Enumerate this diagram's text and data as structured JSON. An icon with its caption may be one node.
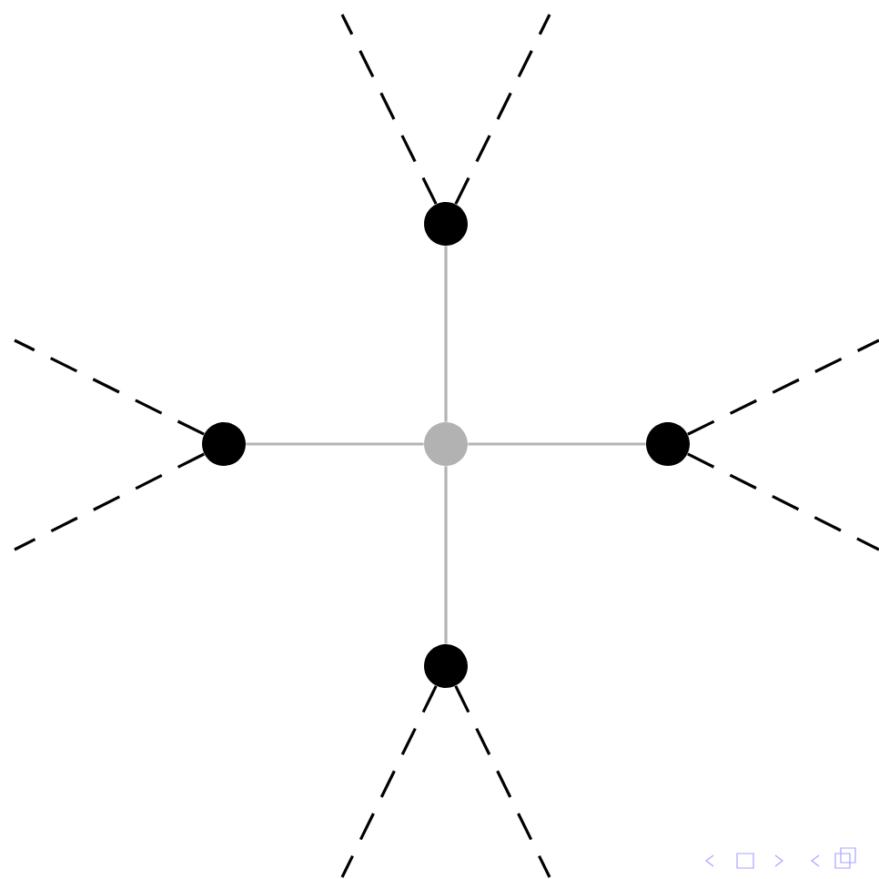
{
  "diagram": {
    "nodes": [
      {
        "text": [],
        "shape": "circle"
      },
      {
        "text": [],
        "shape": "circle"
      },
      {
        "text": [],
        "shape": "circle"
      },
      {
        "text": [],
        "shape": "circle"
      },
      {
        "text": [],
        "shape": "circle"
      }
    ],
    "edges": [
      {
        "from": 2,
        "to": 0,
        "arrow": "none",
        "color": "#b3b3b3"
      },
      {
        "from": 2,
        "to": 1,
        "arrow": "none",
        "color": "#b3b3b3"
      },
      {
        "from": 2,
        "to": 3,
        "arrow": "none",
        "color": "#b3b3b3"
      },
      {
        "from": 2,
        "to": 4,
        "arrow": "none",
        "color": "#b3b3b3"
      },
      {
        "from": 0,
        "to": null,
        "arrow": "none",
        "style": "dashed"
      },
      {
        "from": 0,
        "to": null,
        "arrow": "none",
        "style": "dashed"
      },
      {
        "from": 1,
        "to": null,
        "arrow": "none",
        "style": "dashed"
      },
      {
        "from": 1,
        "to": null,
        "arrow": "none",
        "style": "dashed"
      },
      {
        "from": 3,
        "to": null,
        "arrow": "none",
        "style": "dashed"
      },
      {
        "from": 3,
        "to": null,
        "arrow": "none",
        "style": "dashed"
      },
      {
        "from": 4,
        "to": null,
        "arrow": "none",
        "style": "dashed"
      },
      {
        "from": 4,
        "to": null,
        "arrow": "none",
        "style": "dashed"
      }
    ]
  }
}
